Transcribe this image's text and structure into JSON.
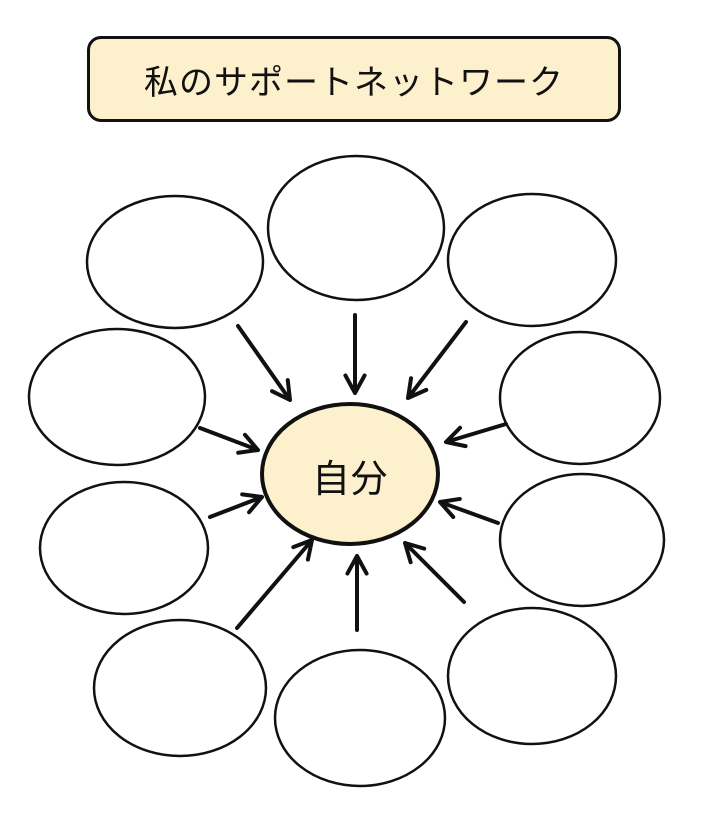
{
  "title": "私のサポートネットワーク",
  "center": {
    "label": "自分"
  },
  "colors": {
    "center_fill": "#fdf0cc",
    "title_fill": "#fdf0cc",
    "stroke": "#111111"
  },
  "nodes_count": 10
}
